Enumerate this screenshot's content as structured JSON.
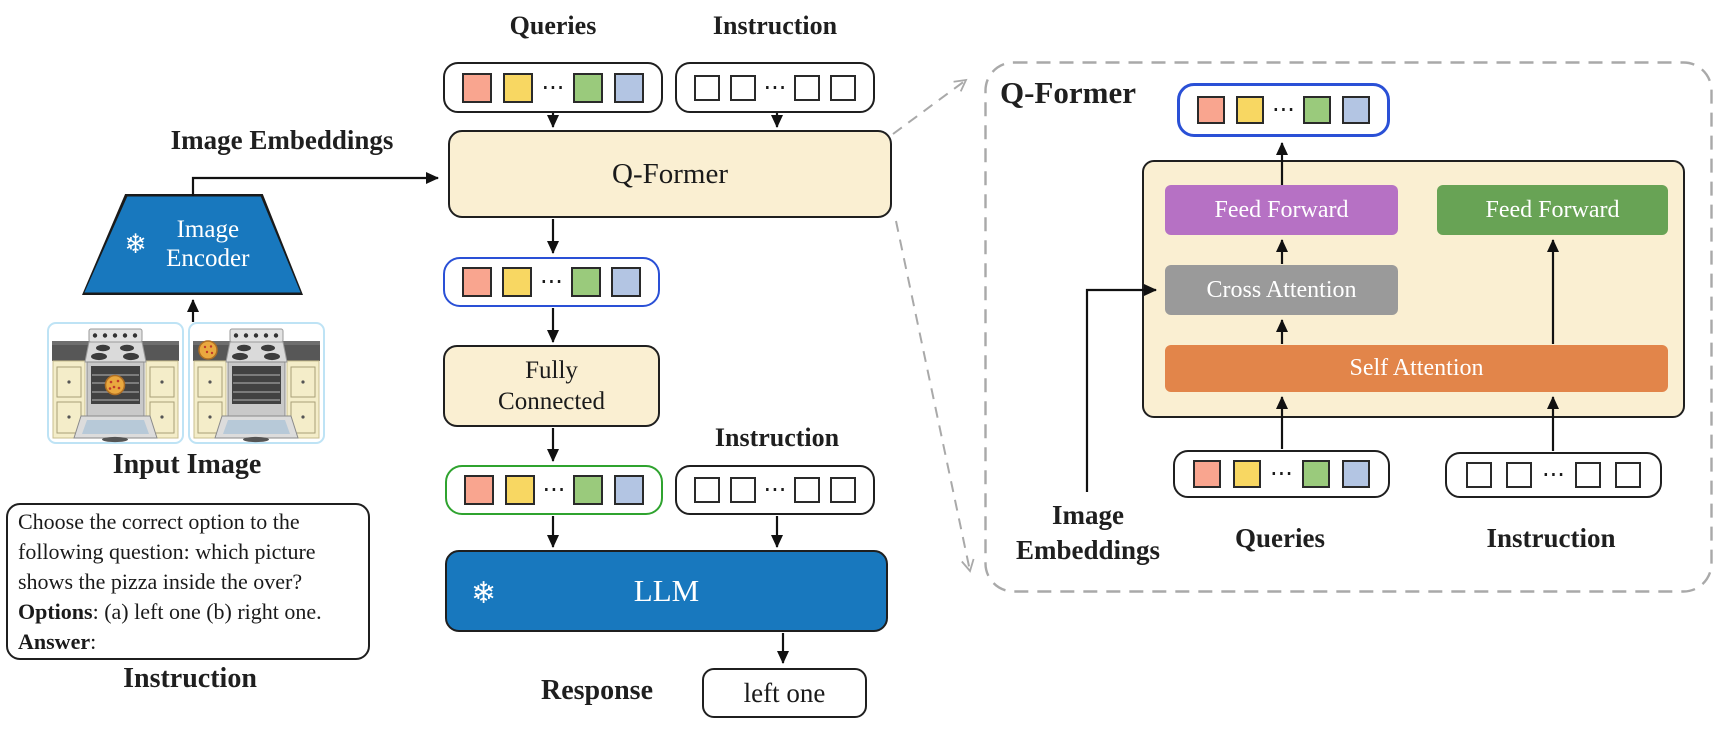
{
  "colors": {
    "encoder_blue": "#1878BE",
    "cream_box": "#FAEFD2",
    "purple_box": "#B671C4",
    "gray_box": "#9A9A9A",
    "orange_box": "#E2854A",
    "green_box": "#68A355",
    "blue_row_border": "#2A50D6",
    "green_row_border": "#2FA32F",
    "panel_dash": "#A9A9A9",
    "query_tokens": [
      "#F9A58F",
      "#F8D762",
      "#9ACA7C",
      "#B3C5E3"
    ],
    "instruction_token": "#FFFFFF"
  },
  "glyphs": {
    "ellipsis": "···",
    "snowflake": "❄"
  },
  "left_column": {
    "image_embeddings_label": "Image Embeddings",
    "image_encoder_label": "Image Encoder",
    "input_image_label": "Input Image",
    "instruction_caption": "Instruction",
    "instruction_prompt": {
      "body": "Choose the correct option to the following question: which picture shows the pizza inside the over? ",
      "options_label": "Options",
      "options_text": ": (a) left one (b) right one. ",
      "answer_label": "Answer",
      "answer_text": ":"
    }
  },
  "middle_column": {
    "queries_label": "Queries",
    "instruction_label_top": "Instruction",
    "qformer_box_label": "Q-Former",
    "fully_connected_label": "Fully Connected",
    "instruction_label_mid": "Instruction",
    "llm_box_label": "LLM",
    "response_label": "Response",
    "response_value": "left one"
  },
  "qformer_panel": {
    "title": "Q-Former",
    "feed_forward_left_label": "Feed Forward",
    "feed_forward_right_label": "Feed Forward",
    "cross_attention_label": "Cross Attention",
    "self_attention_label": "Self Attention",
    "image_embeddings_label": "Image Embeddings",
    "queries_label": "Queries",
    "instruction_label": "Instruction"
  }
}
